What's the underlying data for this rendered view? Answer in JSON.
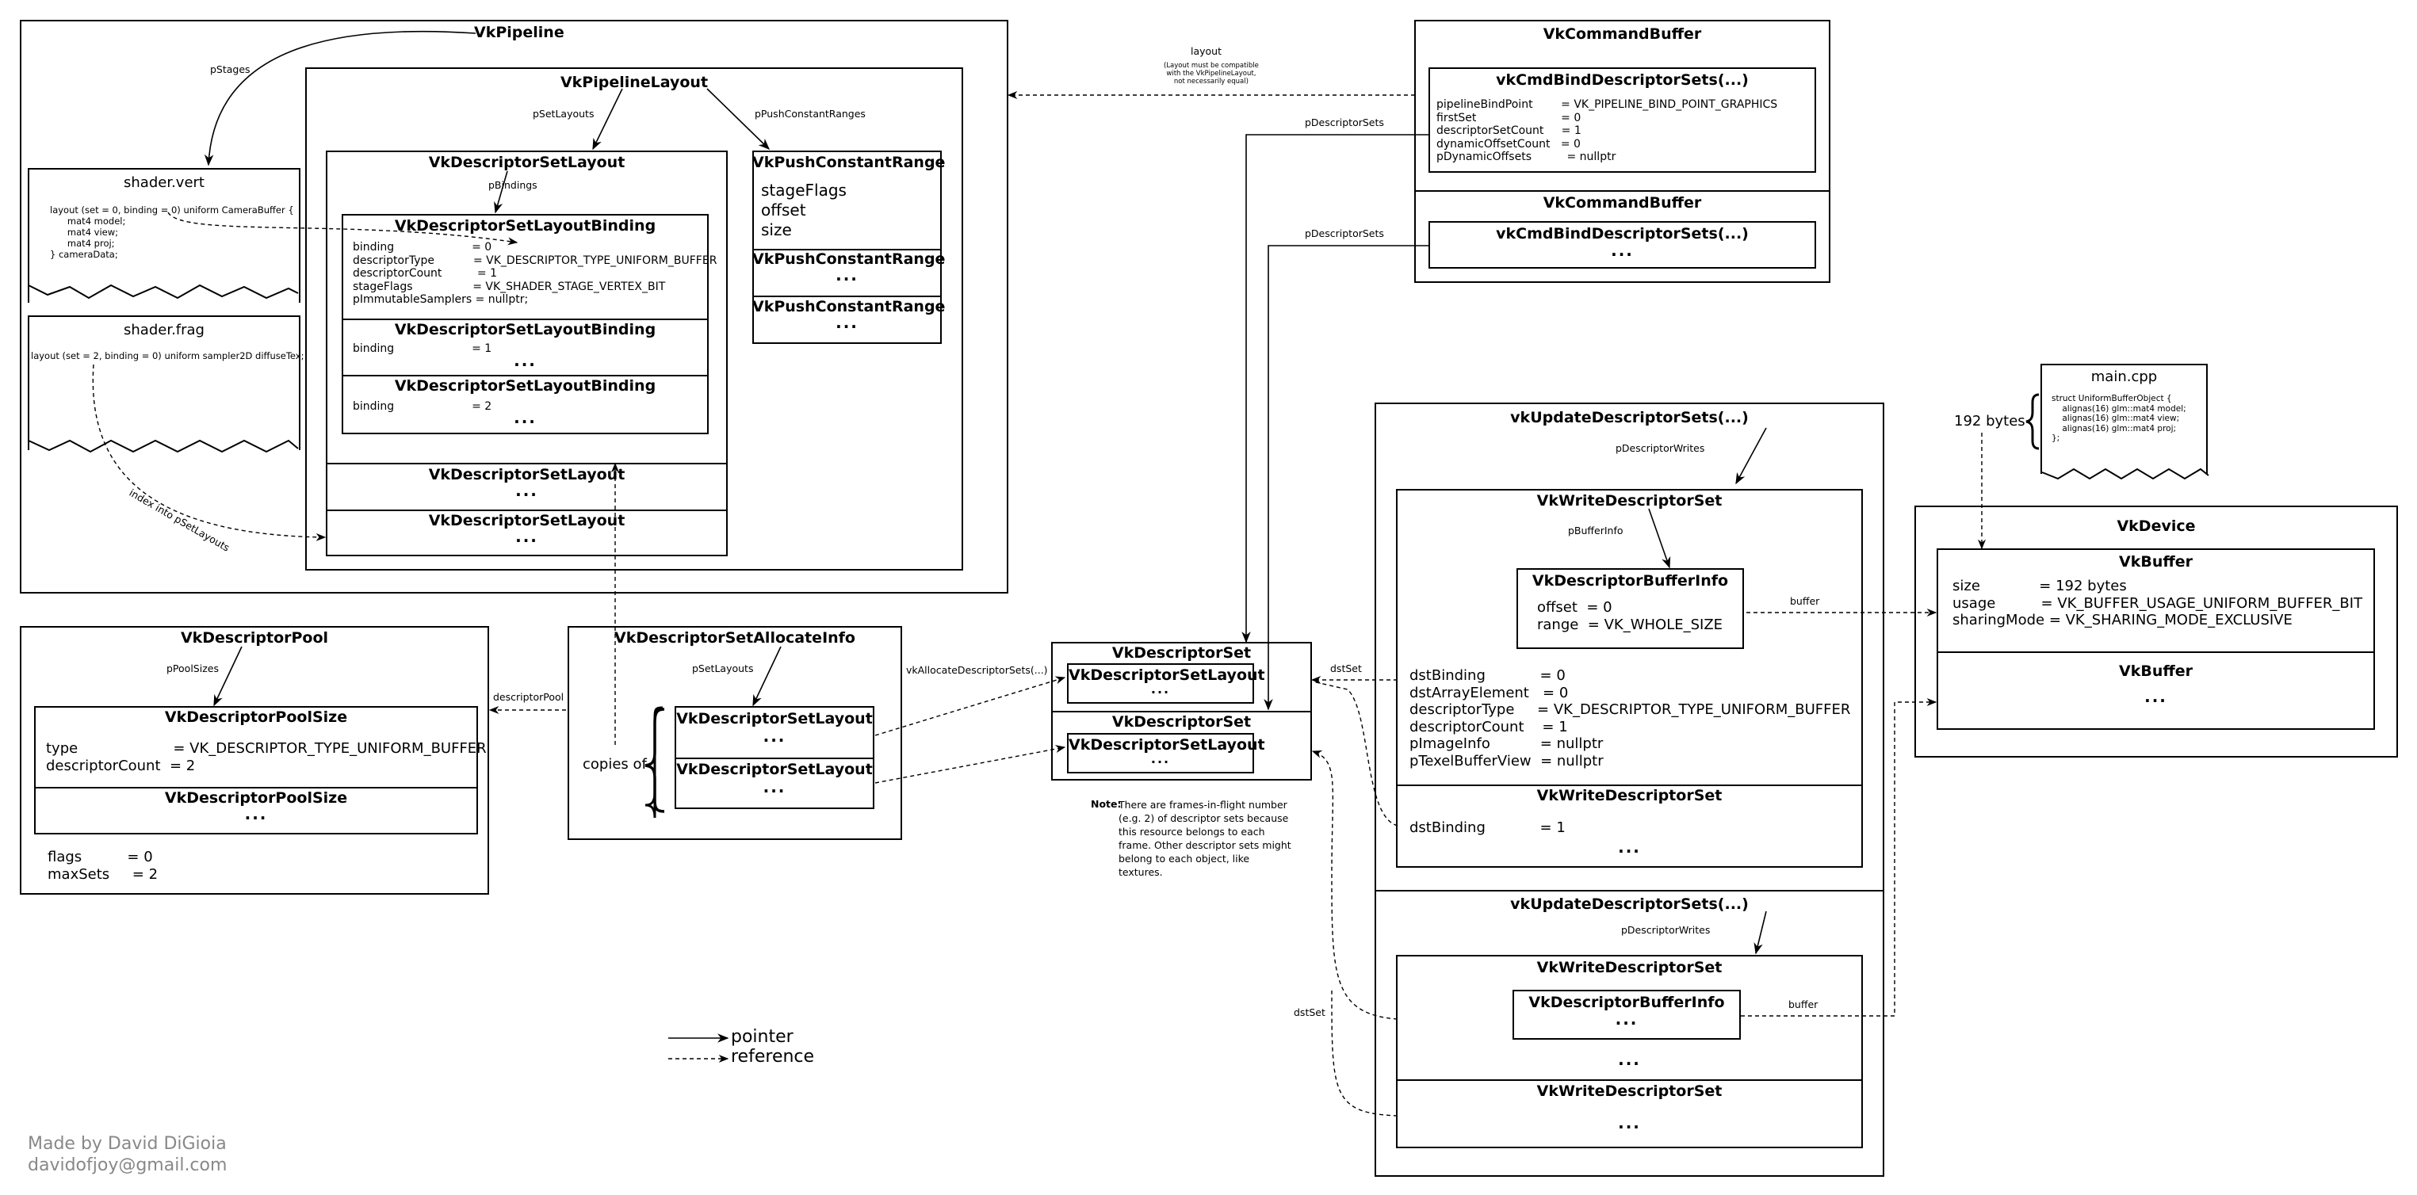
{
  "pipeline": {
    "title": "VkPipeline",
    "pStages": "pStages"
  },
  "shader_vert": {
    "name": "shader.vert",
    "code": "layout (set = 0, binding = 0) uniform CameraBuffer {\n      mat4 model;\n      mat4 view;\n      mat4 proj;\n} cameraData;"
  },
  "shader_frag": {
    "name": "shader.frag",
    "code": "layout (set = 2, binding = 0) uniform sampler2D diffuseTex;",
    "index_label": "index into pSetLayouts"
  },
  "pipeline_layout": {
    "title": "VkPipelineLayout",
    "pSetLayouts": "pSetLayouts",
    "pPushConstantRanges": "pPushConstantRanges"
  },
  "set_layout": {
    "title": "VkDescriptorSetLayout",
    "pBindings": "pBindings"
  },
  "binding0": {
    "title": "VkDescriptorSetLayoutBinding",
    "props": "binding                      = 0\ndescriptorType           = VK_DESCRIPTOR_TYPE_UNIFORM_BUFFER\ndescriptorCount          = 1\nstageFlags                 = VK_SHADER_STAGE_VERTEX_BIT\npImmutableSamplers = nullptr;"
  },
  "binding1": {
    "title": "VkDescriptorSetLayoutBinding",
    "props": "binding                      = 1"
  },
  "binding2": {
    "title": "VkDescriptorSetLayoutBinding",
    "props": "binding                      = 2"
  },
  "set_layout2": {
    "title": "VkDescriptorSetLayout"
  },
  "set_layout3": {
    "title": "VkDescriptorSetLayout"
  },
  "push_range": {
    "title": "VkPushConstantRange",
    "props": "stageFlags\noffset\nsize"
  },
  "push_range2": {
    "title": "VkPushConstantRange"
  },
  "push_range3": {
    "title": "VkPushConstantRange"
  },
  "ellipsis": "...",
  "layout_note": {
    "title": "layout",
    "sub": "(Layout must be compatible\nwith the VkPipelineLayout,\nnot necessarily equal)"
  },
  "cmd_buffer1": {
    "title": "VkCommandBuffer",
    "call": "vkCmdBindDescriptorSets(...)",
    "props": "pipelineBindPoint        = VK_PIPELINE_BIND_POINT_GRAPHICS\nfirstSet                        = 0\ndescriptorSetCount     = 1\ndynamicOffsetCount   = 0\npDynamicOffsets          = nullptr"
  },
  "cmd_buffer2": {
    "title": "VkCommandBuffer",
    "call": "vkCmdBindDescriptorSets(...)"
  },
  "pDescriptorSets": "pDescriptorSets",
  "pool": {
    "title": "VkDescriptorPool",
    "pPoolSizes": "pPoolSizes",
    "descriptorPool": "descriptorPool"
  },
  "pool_size1": {
    "title": "VkDescriptorPoolSize",
    "props": "type                     = VK_DESCRIPTOR_TYPE_UNIFORM_BUFFER\ndescriptorCount  = 2"
  },
  "pool_size2": {
    "title": "VkDescriptorPoolSize"
  },
  "pool_props": "flags          = 0\nmaxSets     = 2",
  "alloc_info": {
    "title": "VkDescriptorSetAllocateInfo",
    "pSetLayouts": "pSetLayouts",
    "copies_of": "copies of",
    "layout1": "VkDescriptorSetLayout",
    "layout2": "VkDescriptorSetLayout",
    "alloc_label": "vkAllocateDescriptorSets(...)"
  },
  "desc_set1": {
    "title": "VkDescriptorSet",
    "layout": "VkDescriptorSetLayout"
  },
  "desc_set2": {
    "title": "VkDescriptorSet",
    "layout": "VkDescriptorSetLayout"
  },
  "dstSet": "dstSet",
  "note": {
    "head": "Note:",
    "text": "There are frames-in-flight number\n(e.g. 2) of descriptor sets because\nthis resource belongs to each\nframe. Other descriptor sets might\nbelong to each object, like\ntextures."
  },
  "update1": {
    "title": "vkUpdateDescriptorSets(...)",
    "pDescriptorWrites": "pDescriptorWrites",
    "write_title": "VkWriteDescriptorSet",
    "pBufferInfo": "pBufferInfo",
    "buffer_info_title": "VkDescriptorBufferInfo",
    "buffer_info_props": "offset  = 0\nrange  = VK_WHOLE_SIZE",
    "write_props": "dstBinding            = 0\ndstArrayElement   = 0\ndescriptorType     = VK_DESCRIPTOR_TYPE_UNIFORM_BUFFER\ndescriptorCount    = 1\npImageInfo           = nullptr\npTexelBufferView  = nullptr",
    "write2_title": "VkWriteDescriptorSet",
    "write2_props": "dstBinding            = 1"
  },
  "update2": {
    "title": "vkUpdateDescriptorSets(...)",
    "pDescriptorWrites": "pDescriptorWrites",
    "write_title": "VkWriteDescriptorSet",
    "buffer_info_title": "VkDescriptorBufferInfo",
    "write2_title": "VkWriteDescriptorSet"
  },
  "buffer_label": "buffer",
  "main_cpp": {
    "name": "main.cpp",
    "size_label": "192 bytes",
    "code": "struct UniformBufferObject {\n    alignas(16) glm::mat4 model;\n    alignas(16) glm::mat4 view;\n    alignas(16) glm::mat4 proj;\n};"
  },
  "device": {
    "title": "VkDevice",
    "buffer1_title": "VkBuffer",
    "buffer1_props": "size             = 192 bytes\nusage          = VK_BUFFER_USAGE_UNIFORM_BUFFER_BIT\nsharingMode = VK_SHARING_MODE_EXCLUSIVE",
    "buffer2_title": "VkBuffer"
  },
  "legend": {
    "pointer": "pointer",
    "reference": "reference"
  },
  "credit": "Made by David DiGioia\ndavidofjoy@gmail.com"
}
